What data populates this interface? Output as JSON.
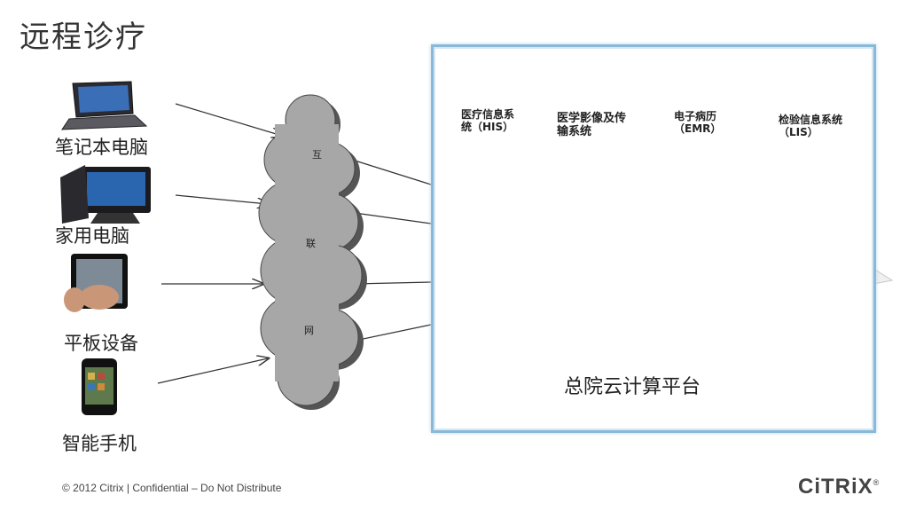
{
  "title": "远程诊疗",
  "devices": [
    {
      "label": "笔记本电脑",
      "icon": "laptop-icon"
    },
    {
      "label": "家用电脑",
      "icon": "desktop-computer-icon"
    },
    {
      "label": "平板设备",
      "icon": "tablet-icon"
    },
    {
      "label": "智能手机",
      "icon": "smartphone-icon"
    }
  ],
  "network": {
    "chars": [
      "互",
      "联",
      "网"
    ]
  },
  "platform": {
    "label": "总院云计算平台",
    "systems": [
      {
        "line1": "医疗信息系",
        "line2": "统（HIS）"
      },
      {
        "line1": "医学影像及传",
        "line2": "输系统"
      },
      {
        "line1": "电子病历",
        "line2": "（EMR）"
      },
      {
        "line1": "检验信息系统",
        "line2": "（LIS）"
      }
    ]
  },
  "footer": "© 2012 Citrix | Confidential – Do Not Distribute",
  "logo": {
    "text": "CiTRiX",
    "mark": "®"
  },
  "colors": {
    "frame": "#8ab8d8",
    "cloud": "#9a9a9a",
    "sky": "#4aa3e0",
    "cross": "#e02020"
  }
}
